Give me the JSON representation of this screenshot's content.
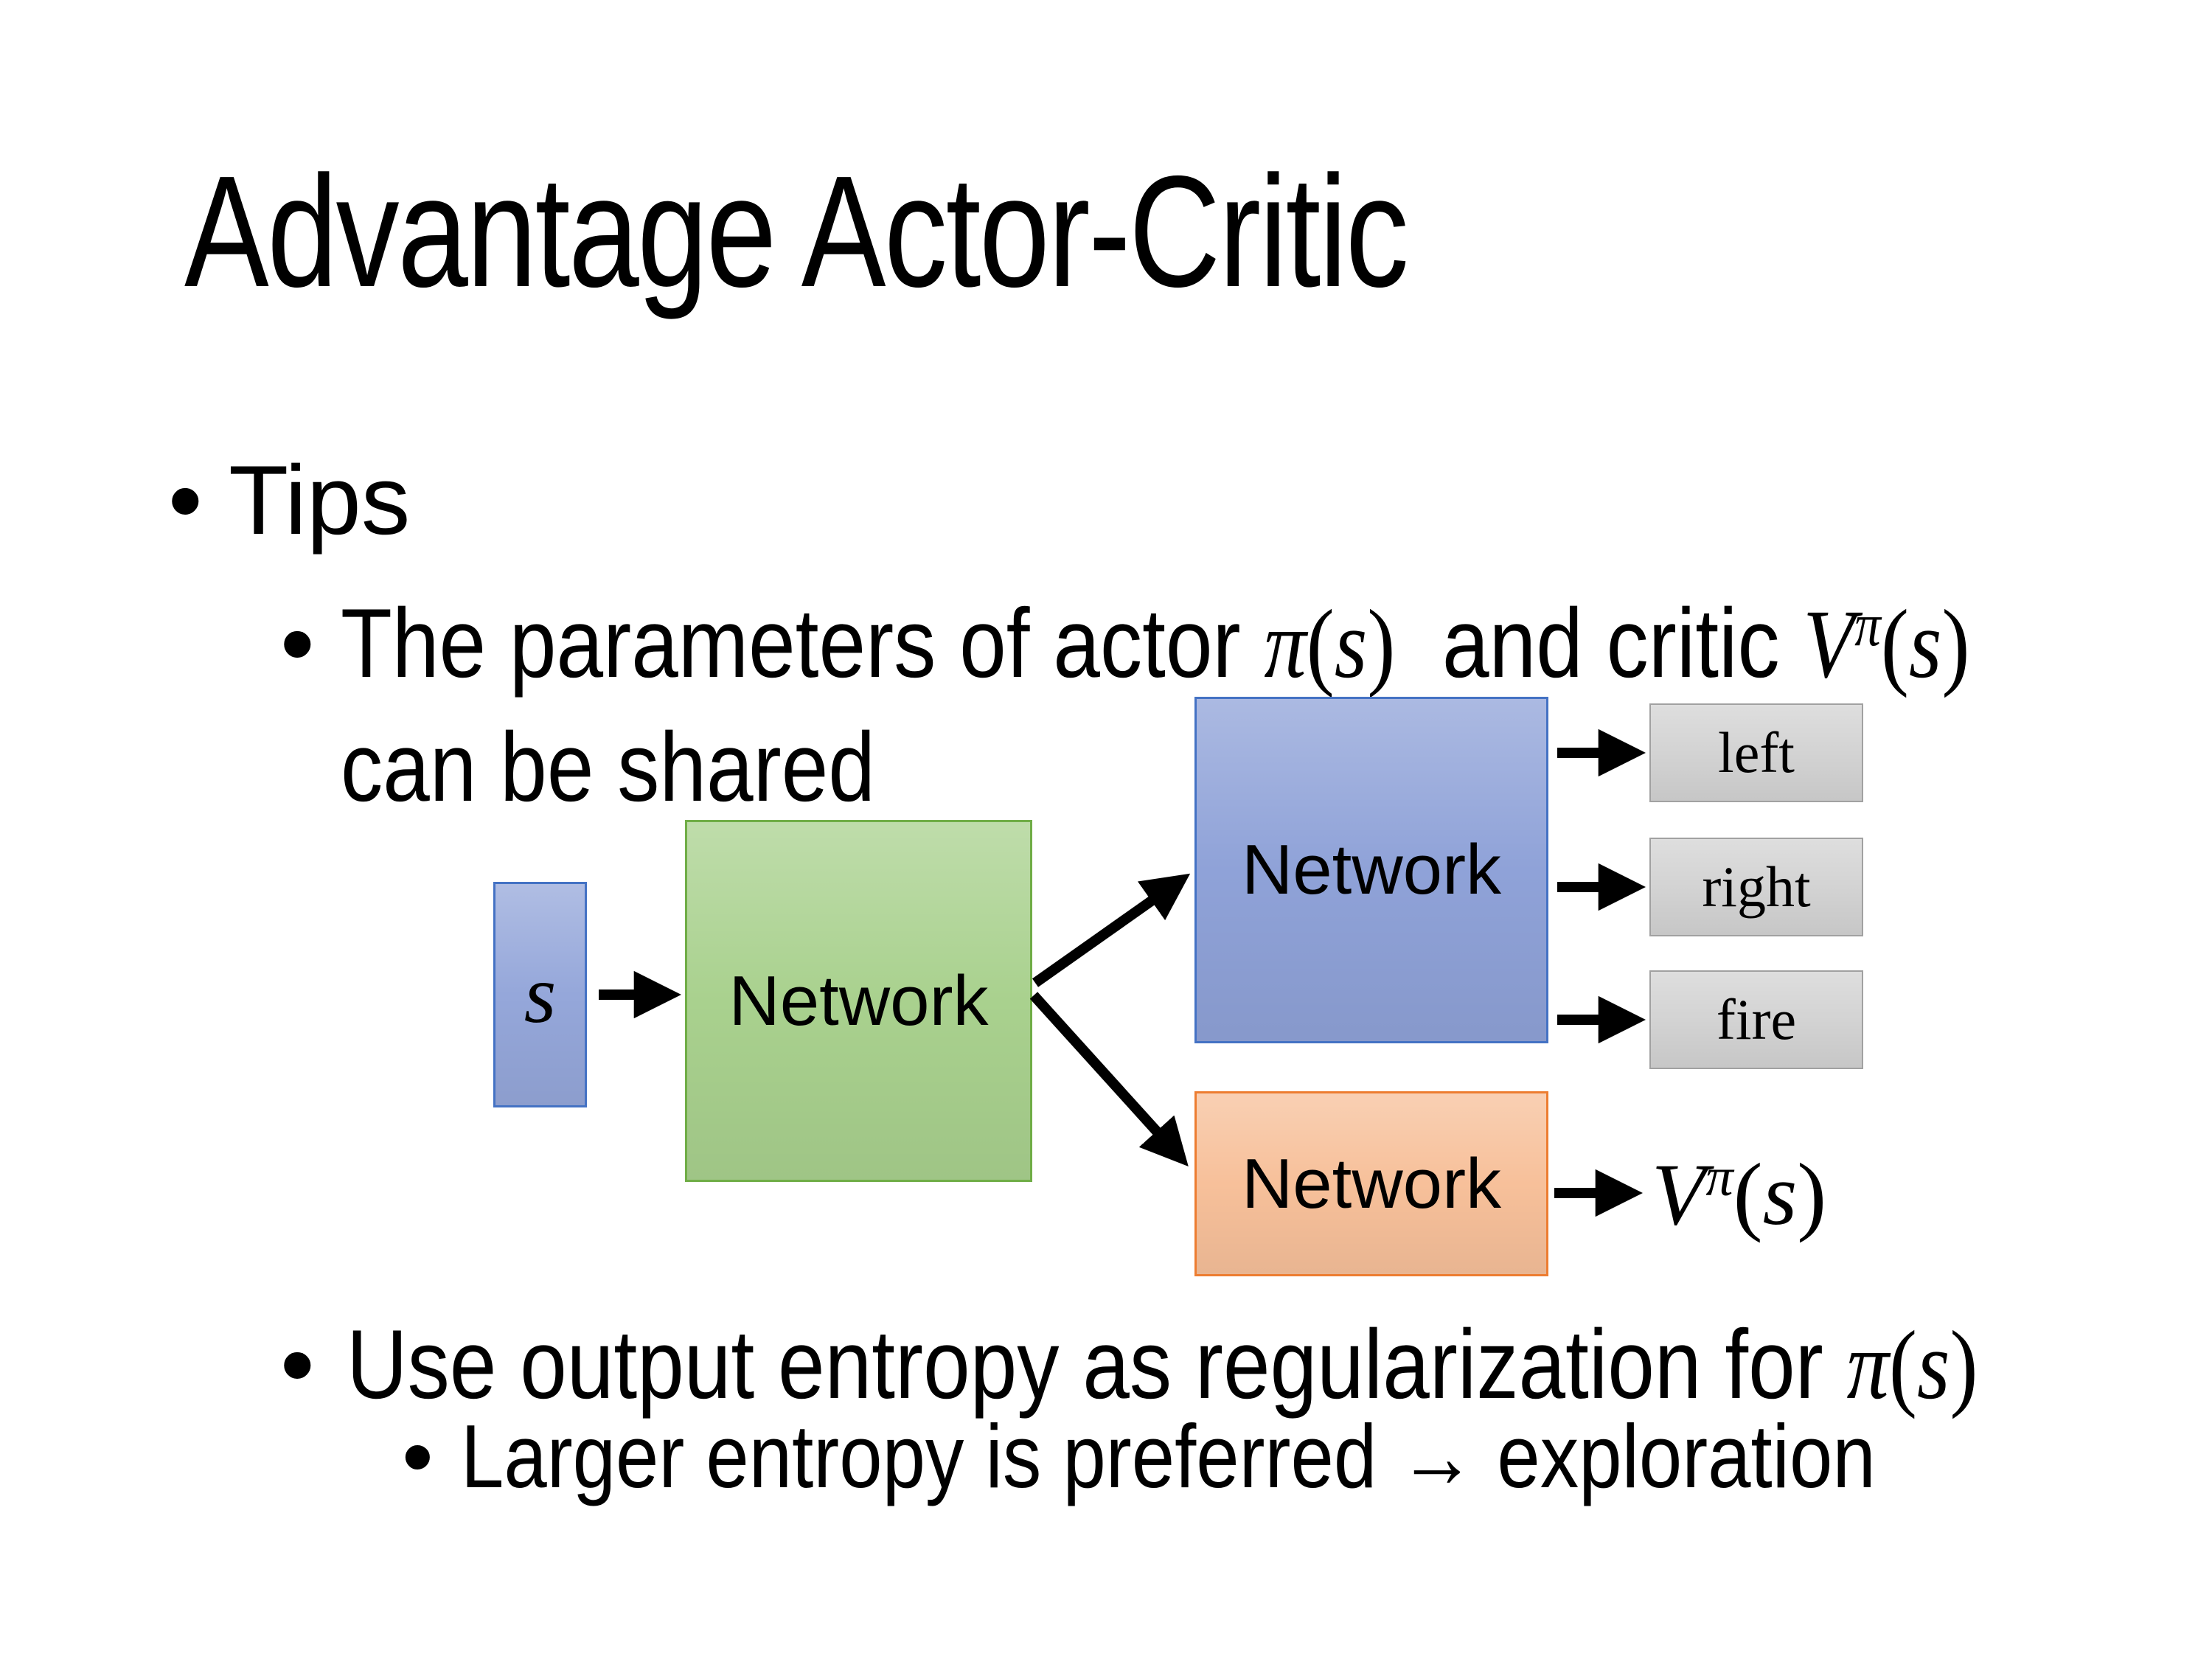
{
  "slide": {
    "title": "Advantage Actor-Critic",
    "bullet_glyph": "•",
    "tips_label": "Tips",
    "param_bullet": {
      "prefix": "The parameters of actor ",
      "mid": "  and critic ",
      "line2": "can be shared"
    },
    "entropy_bullet": {
      "prefix": "Use output entropy as regularization for "
    },
    "exploration_bullet": "Larger entropy is preferred → exploration"
  },
  "math": {
    "pi": "π",
    "V": "V",
    "s": "s",
    "open": "(",
    "close": ")"
  },
  "diagram": {
    "state_label": "s",
    "shared_network_label": "Network",
    "actor_network_label": "Network",
    "critic_network_label": "Network",
    "actions": [
      "left",
      "right",
      "fire"
    ]
  },
  "colors": {
    "background": "#ffffff",
    "text": "#000000",
    "arrow": "#000000",
    "state-fill": "#95a7da",
    "state-border": "#4472c4",
    "shared-fill": "#a9d18e",
    "shared-border": "#70ad47",
    "actor-fill": "#8fa2d8",
    "actor-border": "#4472c4",
    "critic-fill": "#f7c09a",
    "critic-border": "#ed7d31",
    "action-fill": "#d3d3d3",
    "action-border": "#a1a1a1"
  }
}
